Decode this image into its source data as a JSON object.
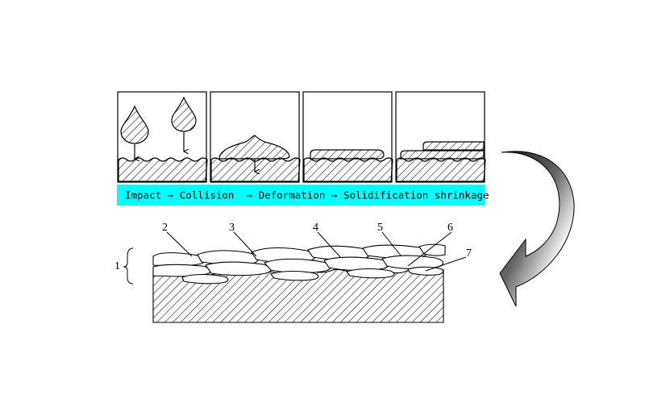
{
  "process_banner": {
    "text": "Impact → Collision  → Deformation → Solidification shrinkage",
    "background_color": "#00ffff"
  },
  "callouts": [
    "1",
    "2",
    "3",
    "4",
    "5",
    "6",
    "7"
  ],
  "stage_panels": [
    "droplets-falling",
    "droplet-impact-spreading",
    "splat-deformed",
    "splats-stacked"
  ],
  "arrow_icon": "curved-arrow-icon",
  "colors": {
    "line": "#000000",
    "arrow_gradient_dark": "#222222",
    "arrow_gradient_light": "#ffffff"
  }
}
